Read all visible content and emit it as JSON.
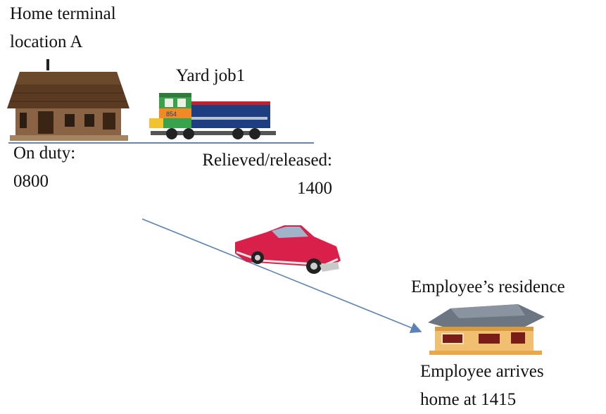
{
  "home_terminal": {
    "line1": "Home terminal",
    "line2": "location A"
  },
  "on_duty": {
    "line1": "On duty:",
    "line2": "0800"
  },
  "yard_job": {
    "label": "Yard job1",
    "number_plate": "854"
  },
  "relieved": {
    "line1": "Relieved/released:",
    "line2": "1400"
  },
  "residence": {
    "label": "Employee’s residence"
  },
  "arrival": {
    "line1": "Employee arrives",
    "line2": "home at 1415"
  },
  "colors": {
    "track_line": "#3a5a8c",
    "travel_arrow": "#5b82b8"
  },
  "icons": [
    "depot-building-icon",
    "locomotive-icon",
    "car-icon",
    "house-icon"
  ]
}
